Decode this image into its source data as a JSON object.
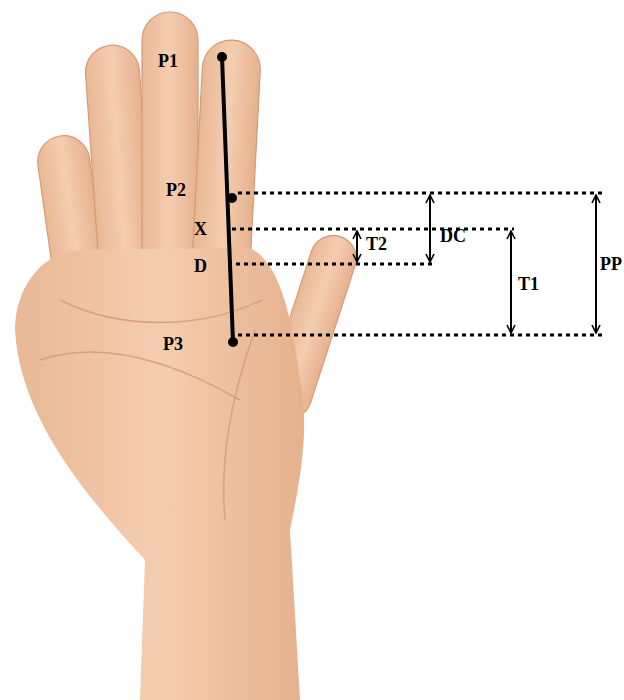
{
  "diagram": {
    "labels": [
      "P1",
      "P2",
      "X",
      "D",
      "P3",
      "T2",
      "DC",
      "T1",
      "PP"
    ]
  }
}
